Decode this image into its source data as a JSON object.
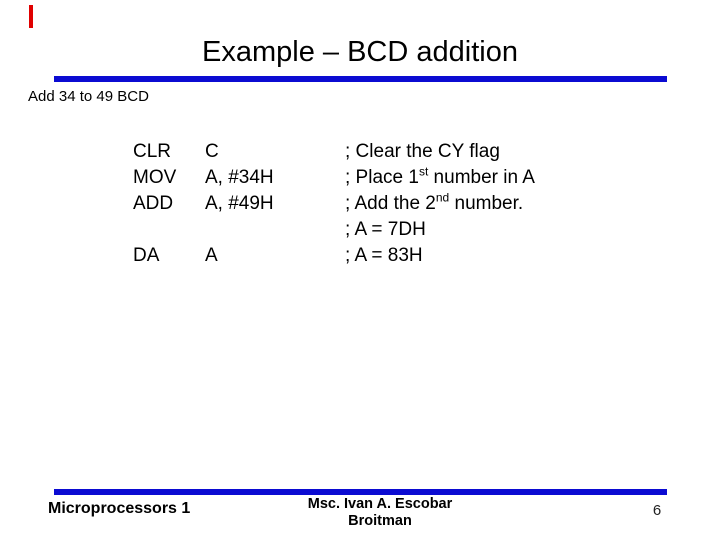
{
  "slide": {
    "title": "Example – BCD addition",
    "subtitle": "Add 34 to 49 BCD",
    "accent_blue": "#0b0bd2",
    "accent_red": "#e00000"
  },
  "code": {
    "rows": [
      {
        "mnemonic": "CLR",
        "operand": "C",
        "comment_pre": "; Clear the CY flag",
        "comment_sup": "",
        "comment_post": ""
      },
      {
        "mnemonic": "MOV",
        "operand": "A, #34H",
        "comment_pre": "; Place 1",
        "comment_sup": "st",
        "comment_post": " number in A"
      },
      {
        "mnemonic": "ADD",
        "operand": "A, #49H",
        "comment_pre": "; Add the 2",
        "comment_sup": "nd",
        "comment_post": " number."
      },
      {
        "mnemonic": "",
        "operand": "",
        "comment_pre": "; A = 7DH",
        "comment_sup": "",
        "comment_post": ""
      },
      {
        "mnemonic": "DA",
        "operand": "A",
        "comment_pre": "; A = 83H",
        "comment_sup": "",
        "comment_post": ""
      }
    ]
  },
  "footer": {
    "left": "Microprocessors 1",
    "center_line1": "Msc. Ivan A. Escobar",
    "center_line2": "Broitman",
    "page_number": "6"
  }
}
